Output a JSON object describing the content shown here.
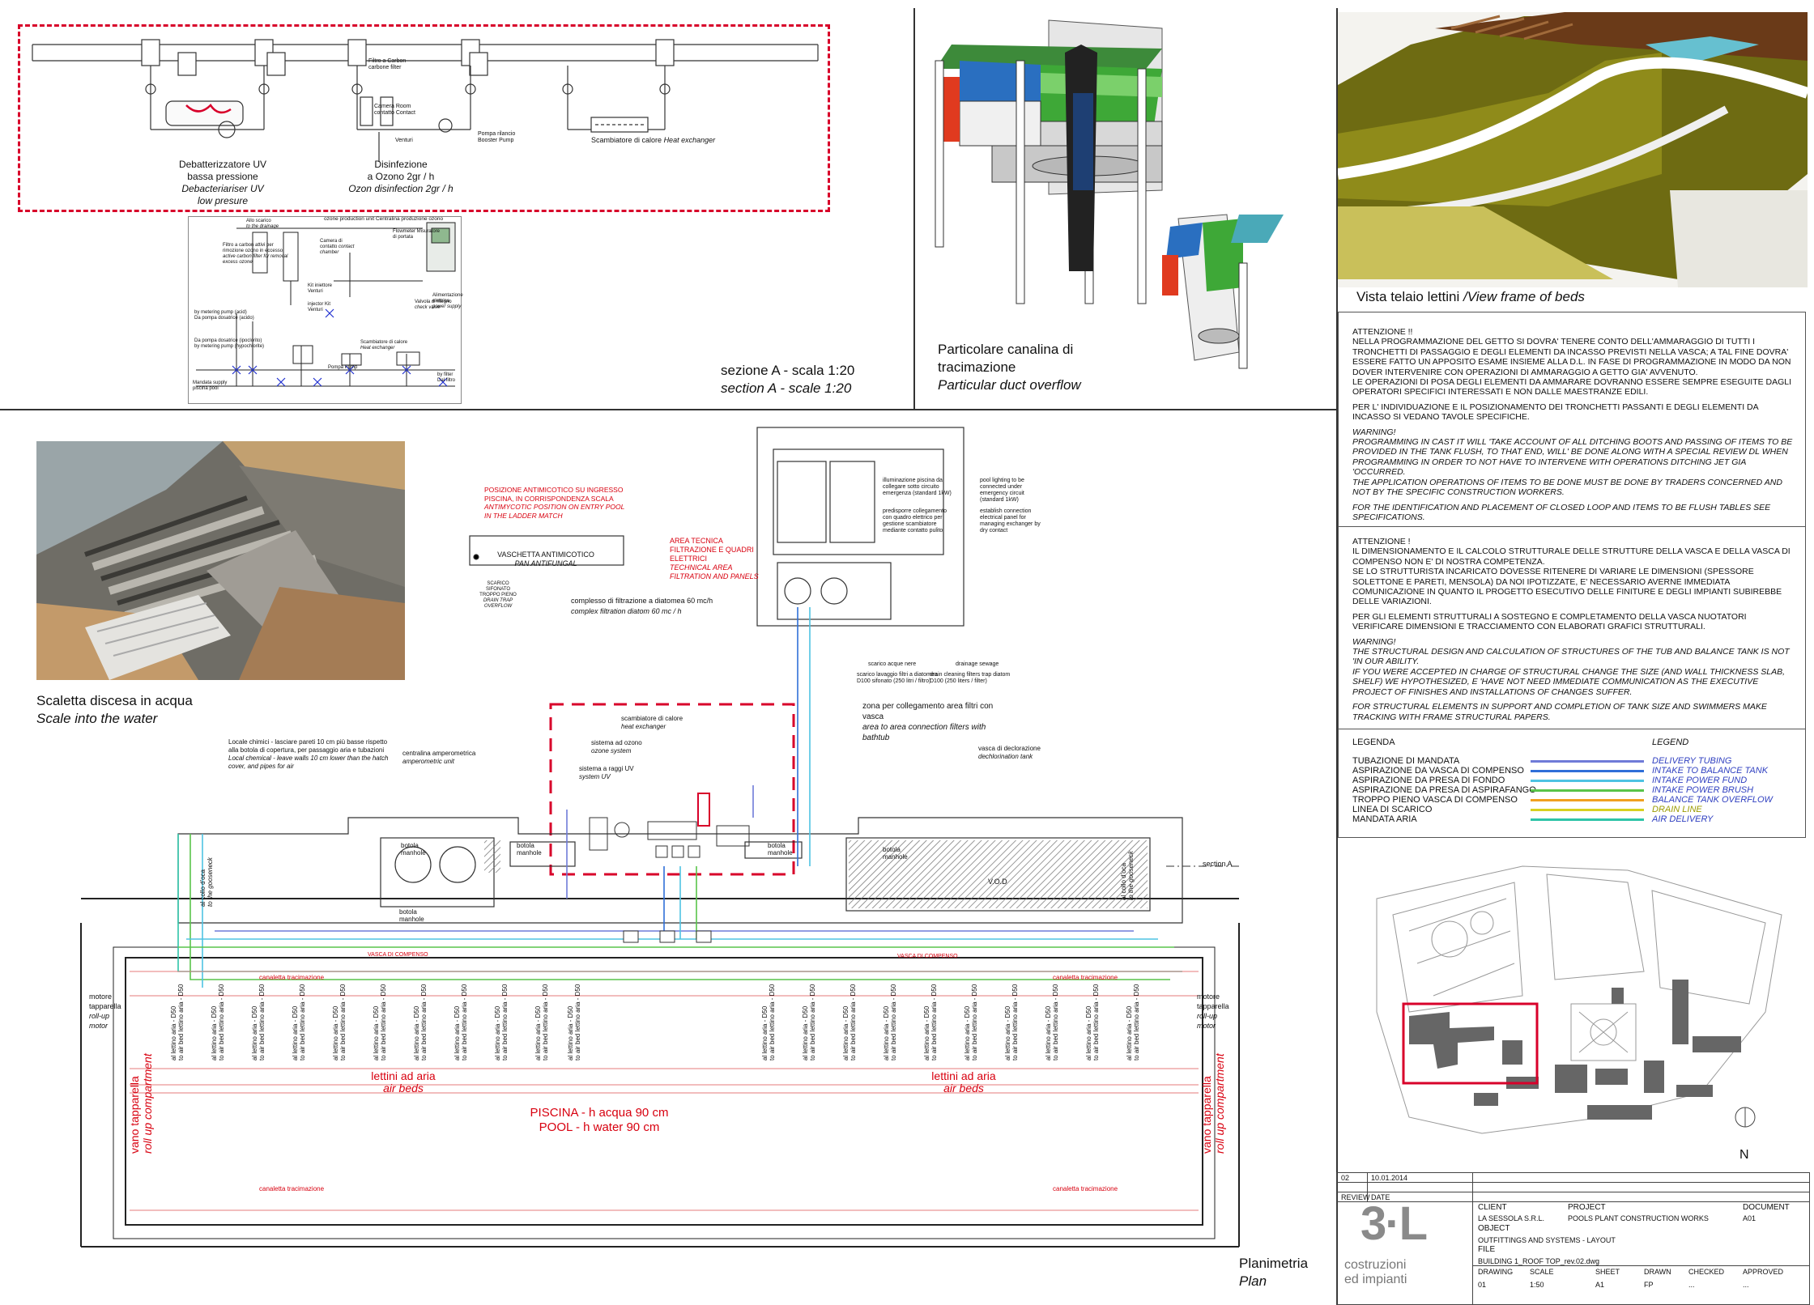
{
  "section_a": {
    "pipe_labels": {
      "uv_it": "Debatterizzatore UV",
      "uv_it2": "bassa pressione",
      "uv_en": "Debacteriariser UV",
      "uv_en2": "low presure",
      "ozone_it": "Disinfezione",
      "ozone_it2": "a Ozono 2gr / h",
      "ozone_en": "Ozon disinfection 2gr / h",
      "heat_exchanger": "Scambiatore di calore",
      "heat_exchanger_en": "Heat exchanger",
      "carbon_filter": "Filtro a Carbon",
      "carbon_filter2": "carbone filter",
      "contact_chamber": "Camera Room",
      "contact_chamber2": "contatto Contact",
      "venturi": "Venturi",
      "booster_pump": "Pompa rilancio",
      "booster_pump2": "Booster Pump"
    },
    "ozone_schematic": {
      "title": "ozone production unit  Centralina produzione ozono",
      "drainage": "Allo scarico",
      "drainage_en": "to the drainage",
      "filter_note": "Filtro a carbon attivi per rimozione ozono in eccesso",
      "filter_note_en": "active carbon filter for removal excess ozone",
      "contact": "Camera di contatto",
      "contact_en": "contact chamber",
      "flowmeter": "Flowmeter Misuratore di portata",
      "kit": "Kit iniettore Venturi",
      "injector": "injector Kit Venturi",
      "check_valve": "Valvola di ritegno",
      "check_valve_en": "check valve",
      "power": "Alimentazione elettrica",
      "power_en": "power supply",
      "dosing1": "by metering pump (acid)",
      "dosing1b": "Da pompa dosatrice (acido)",
      "dosing2": "Da pompa dosatrice (ipoclorito)",
      "dosing2b": "by metering pump (hypochlorite)",
      "booster": "Pompa Pump",
      "exchanger": "Scambiatore di calore",
      "exchanger_en": "Heat exchanger",
      "mandata": "Mandata supply",
      "mandata2": "piscina pool",
      "filter_out": "by filter",
      "filter_out2": "Dal filtro"
    },
    "caption_it": "sezione A - scala 1:20",
    "caption_en": "section A - scale 1:20"
  },
  "duct": {
    "caption_it": "Particolare canalina di",
    "caption_it2": "tracimazione",
    "caption_en": "Particular duct overflow"
  },
  "beds": {
    "caption_it": "Vista telaio lettini ",
    "caption_en": "/View frame of beds"
  },
  "notes1": {
    "p1": "ATTENZIONE !!\nNELLA PROGRAMMAZIONE DEL GETTO SI DOVRA' TENERE CONTO DELL'AMMARAGGIO DI TUTTI I TRONCHETTI DI PASSAGGIO E DEGLI ELEMENTI DA INCASSO PREVISTI NELLA VASCA; A TAL FINE DOVRA' ESSERE FATTO UN APPOSITO ESAME INSIEME ALLA D.L. IN FASE DI PROGRAMMAZIONE IN MODO DA NON DOVER INTERVENIRE CON OPERAZIONI DI AMMARAGGIO A GETTO GIA' AVVENUTO.\nLE OPERAZIONI DI POSA DEGLI ELEMENTI DA AMMARARE DOVRANNO ESSERE SEMPRE ESEGUITE DAGLI OPERATORI SPECIFICI INTERESSATI E NON DALLE MAESTRANZE EDILI.",
    "p2": "PER L' INDIVIDUAZIONE E IL POSIZIONAMENTO DEI TRONCHETTI PASSANTI E DEGLI ELEMENTI DA INCASSO SI VEDANO TAVOLE SPECIFICHE.",
    "p3": "WARNING!\nPROGRAMMING IN CAST IT WILL 'TAKE ACCOUNT OF ALL DITCHING BOOTS AND PASSING OF ITEMS TO BE PROVIDED IN THE TANK FLUSH, TO THAT END, WILL' BE DONE ALONG WITH A SPECIAL REVIEW DL WHEN PROGRAMMING IN ORDER TO NOT HAVE TO INTERVENE WITH OPERATIONS DITCHING JET GIA 'OCCURRED.\nTHE APPLICATION OPERATIONS OF ITEMS TO BE DONE MUST BE DONE BY TRADERS CONCERNED AND NOT BY THE SPECIFIC CONSTRUCTION WORKERS.",
    "p4": "FOR THE IDENTIFICATION AND PLACEMENT OF CLOSED LOOP AND ITEMS TO BE FLUSH TABLES SEE SPECIFICATIONS."
  },
  "notes2": {
    "p1": "ATTENZIONE !\nIL DIMENSIONAMENTO E IL CALCOLO STRUTTURALE DELLE STRUTTURE DELLA VASCA E DELLA VASCA DI COMPENSO NON E' DI NOSTRA COMPETENZA.\nSE LO STRUTTURISTA INCARICATO DOVESSE RITENERE DI VARIARE LE DIMENSIONI (SPESSORE SOLETTONE E PARETI, MENSOLA) DA NOI IPOTIZZATE, E' NECESSARIO AVERNE IMMEDIATA COMUNICAZIONE IN QUANTO IL PROGETTO ESECUTIVO DELLE FINITURE E DEGLI IMPIANTI SUBIREBBE DELLE VARIAZIONI.",
    "p2": "PER GLI ELEMENTI STRUTTURALI A SOSTEGNO E COMPLETAMENTO DELLA VASCA NUOTATORI VERIFICARE DIMENSIONI E TRACCIAMENTO CON ELABORATI GRAFICI STRUTTURALI.",
    "p3": "WARNING!\nTHE STRUCTURAL DESIGN AND CALCULATION OF STRUCTURES OF THE TUB AND BALANCE TANK IS NOT 'IN OUR ABILITY.\nIF YOU WERE ACCEPTED IN CHARGE OF STRUCTURAL CHANGE THE SIZE (AND WALL THICKNESS SLAB, SHELF) WE HYPOTHESIZED, E 'HAVE NOT NEED IMMEDIATE COMMUNICATION AS THE EXECUTIVE PROJECT OF FINISHES AND INSTALLATIONS OF CHANGES SUFFER.",
    "p4": "FOR STRUCTURAL ELEMENTS IN SUPPORT AND COMPLETION OF TANK SIZE AND SWIMMERS MAKE TRACKING WITH FRAME STRUCTURAL PAPERS."
  },
  "legend": {
    "title_it": "LEGENDA",
    "title_en": "LEGEND",
    "rows": [
      {
        "it": "TUBAZIONE DI MANDATA",
        "en": "DELIVERY TUBING",
        "color": "#6f7bd8"
      },
      {
        "it": "ASPIRAZIONE DA VASCA DI COMPENSO",
        "en": "INTAKE TO BALANCE TANK",
        "color": "#2f6fd8"
      },
      {
        "it": "ASPIRAZIONE DA PRESA DI FONDO",
        "en": "INTAKE POWER FUND",
        "color": "#4ec3e3"
      },
      {
        "it": "ASPIRAZIONE DA PRESA DI ASPIRAFANGO",
        "en": "INTAKE POWER BRUSH",
        "color": "#59c44a"
      },
      {
        "it": "TROPPO PIENO VASCA DI COMPENSO",
        "en": "BALANCE TANK OVERFLOW",
        "color": "#f0a020"
      },
      {
        "it": "LINEA DI SCARICO",
        "en": "DRAIN LINE",
        "color": "#d8d020"
      },
      {
        "it": "MANDATA ARIA",
        "en": "AIR DELIVERY",
        "color": "#2ec4a8"
      }
    ]
  },
  "photo": {
    "caption_it": "Scaletta discesa in acqua",
    "caption_en": "Scale into the water"
  },
  "plan": {
    "antifungal_it": "POSIZIONE ANTIMICOTICO SU INGRESSO",
    "antifungal_it2": "PISCINA, IN CORRISPONDENZA SCALA",
    "antifungal_en": "ANTIMYCOTIC POSITION ON ENTRY POOL",
    "antifungal_en2": "IN THE LADDER MATCH",
    "tray_it": "VASCHETTA ANTIMICOTICO",
    "tray_en": "PAN ANTIFUNGAL",
    "drain_trap": "SCARICO SIFONATO TROPPO PIENO",
    "drain_trap_en": "DRAIN TRAP OVERFLOW",
    "tech_area": "AREA TECNICA",
    "tech_area2": "FILTRAZIONE E QUADRI",
    "tech_area3": "ELETTRICI",
    "tech_area_en": "TECHNICAL AREA",
    "tech_area_en2": "FILTRATION AND PANELS",
    "filter_complex": "complesso di filtrazione a diatomea 60 mc/h",
    "filter_complex_en": "complex filtration diatom 60 mc / h",
    "light_it": "illuminazione piscina da collegare sotto circuito emergenza (standard 1kW)",
    "light_en": "pool lighting to be connected under emergency circuit (standard 1kW)",
    "panel_it": "predisporre collegamento con quadro elettrico per gestione scambiatore mediante contatto pulito",
    "panel_en": "establish connection electrical panel for managing exchanger by dry contact",
    "black_water": "scarico acque nere",
    "drainage": "drainage sewage",
    "wash_it": "scarico lavaggio filtri a diatomea D100 sifonato (250 litri / filtro)",
    "wash_en": "drain cleaning filters trap diatom D100 (250 liters / filter)",
    "zone_it": "zona per collegamento area filtri con",
    "zone_it2": "vasca",
    "zone_en": "area to area connection filters with",
    "zone_en2": "bathtub",
    "hx_it": "scambiatore di calore",
    "hx_en": "heat exchanger",
    "ozone_it": "sistema ad ozono",
    "ozone_en": "ozone system",
    "uv_it": "sistema a raggi UV",
    "uv_en": "system UV",
    "chem_it": "Locale chimici - lasciare pareti 10 cm più basse rispetto alla botola di copertura, per passaggio aria e tubazioni",
    "chem_en": "Local chemical - leave walls 10 cm lower than the hatch cover, and pipes for air",
    "amp_it": "centralina amperometrica",
    "amp_en": "amperometric unit",
    "dechlor_it": "vasca di declorazione",
    "dechlor_en": "dechlorination tank",
    "manhole": "botola",
    "manhole_en": "manhole",
    "vod": "V.O.D",
    "section_a": "section A",
    "gooseneck": "al collo d'oca",
    "gooseneck_en": "to the gooseneck",
    "channel": "canaletta tracimazione",
    "balance_tank": "VASCA DI COMPENSO",
    "motor_it": "motore",
    "motor_it2": "tapparella",
    "motor_en": "roll-up",
    "motor_en2": "motor",
    "rollup_it": "vano tapparella",
    "rollup_en": "roll up compartment",
    "bed": "al lettino aria - D50",
    "bed_en": "to air bed lettino aria - D50",
    "beds_it": "lettini ad aria",
    "beds_en": "air beds",
    "pool_it": "PISCINA - h acqua 90 cm",
    "pool_en": "POOL - h water 90 cm",
    "caption_it": "Planimetria",
    "caption_en": "Plan"
  },
  "title_block": {
    "rev": "02",
    "date": "10.01.2014",
    "review_label": "REVIEW",
    "date_label": "DATE",
    "client_label": "CLIENT",
    "client": "LA SESSOLA S.R.L.",
    "project_label": "PROJECT",
    "project": "POOLS PLANT CONSTRUCTION WORKS",
    "document_label": "DOCUMENT",
    "document": "A01",
    "object_label": "OBJECT",
    "object": "OUTFITTINGS AND SYSTEMS  - LAYOUT",
    "file_label": "FILE",
    "file": "BUILDING 1_ROOF TOP_rev.02.dwg",
    "drawing_label": "DRAWING",
    "drawing": "01",
    "scale_label": "SCALE",
    "scale": "1:50",
    "sheet_label": "SHEET",
    "sheet": "A1",
    "drawn_label": "DRAWN",
    "drawn": "FP",
    "checked_label": "CHECKED",
    "checked": "...",
    "approved_label": "APPROVED",
    "approved": "...",
    "logo_text": "3·L",
    "logo_sub1": "costruzioni",
    "logo_sub2": "ed impianti"
  },
  "site_map": {
    "north": "N"
  }
}
